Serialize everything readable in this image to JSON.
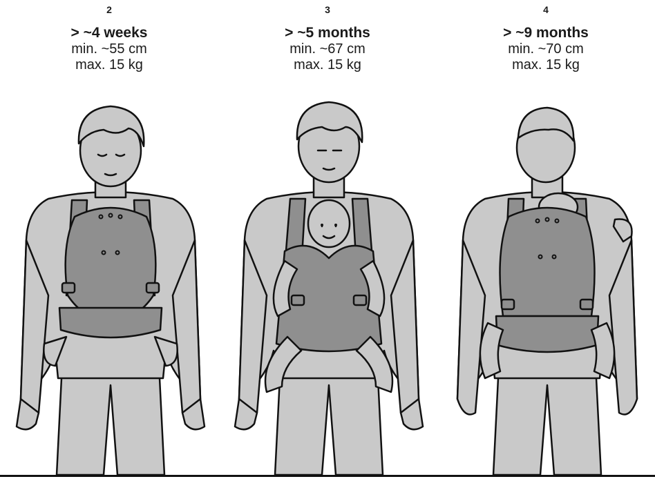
{
  "panels": [
    {
      "step": "2",
      "age": "> ~4 weeks",
      "min_height": "min. ~55 cm",
      "max_weight": "max. 15 kg"
    },
    {
      "step": "3",
      "age": "> ~5 months",
      "min_height": "min. ~67 cm",
      "max_weight": "max. 15 kg"
    },
    {
      "step": "4",
      "age": "> ~9 months",
      "min_height": "min. ~70 cm",
      "max_weight": "max. 15 kg"
    }
  ],
  "colors": {
    "body_fill": "#c9c9c9",
    "carrier_fill": "#8f8f8f",
    "outline": "#111111"
  }
}
